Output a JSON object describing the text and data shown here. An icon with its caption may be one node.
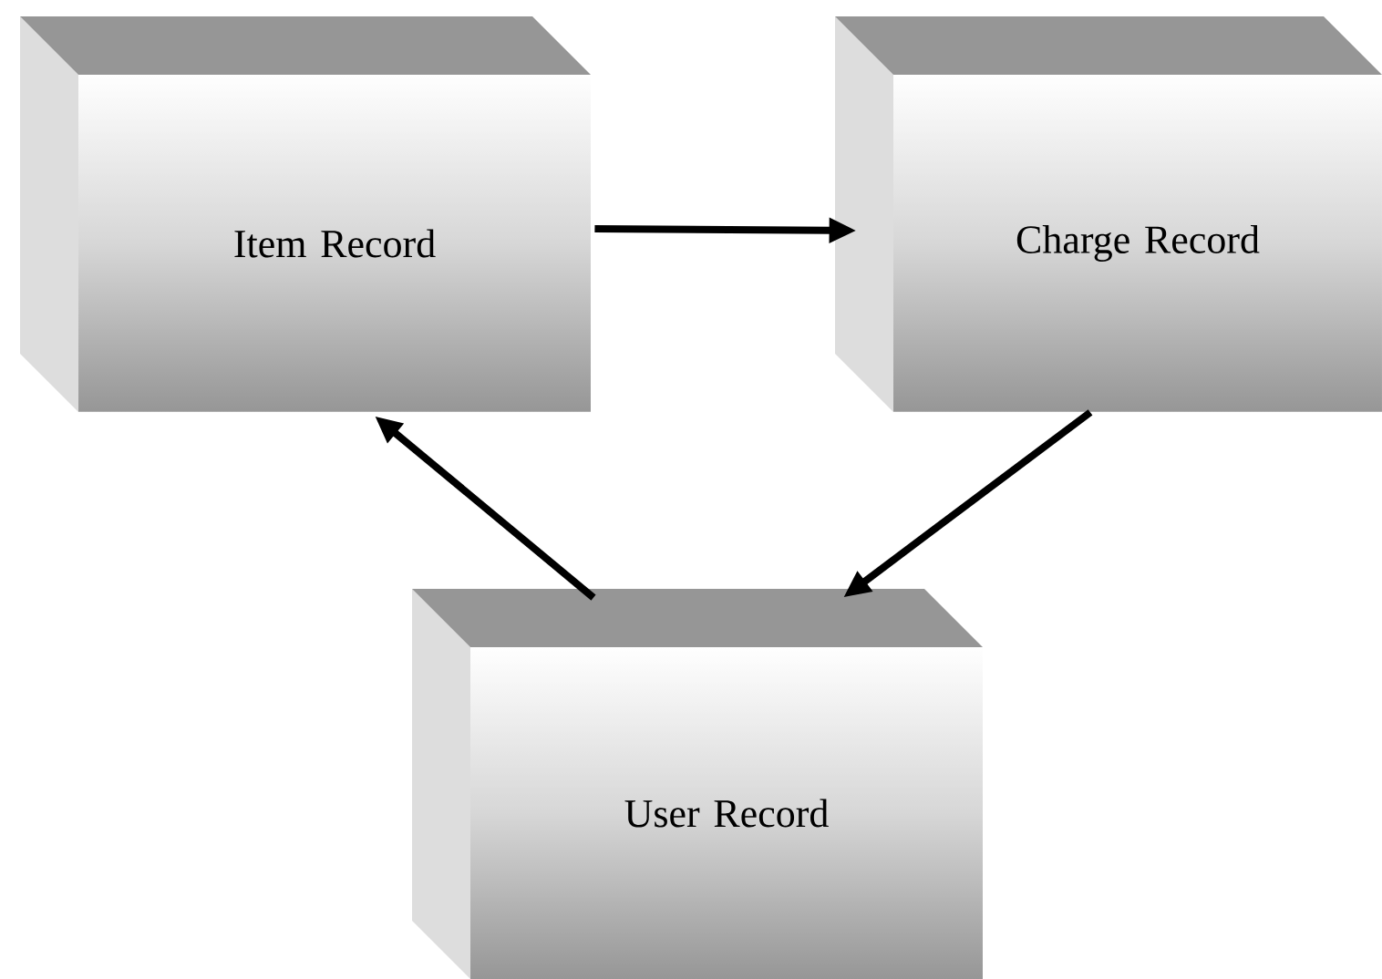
{
  "diagram": {
    "nodes": [
      {
        "text": [
          "Item Record"
        ]
      },
      {
        "text": [
          "Charge Record"
        ]
      },
      {
        "text": [
          "User Record"
        ]
      }
    ],
    "edges": [
      {
        "from": 0,
        "to": 1,
        "arrow": "to"
      },
      {
        "from": 1,
        "to": 2,
        "arrow": "to"
      },
      {
        "from": 2,
        "to": 0,
        "arrow": "to"
      }
    ]
  }
}
